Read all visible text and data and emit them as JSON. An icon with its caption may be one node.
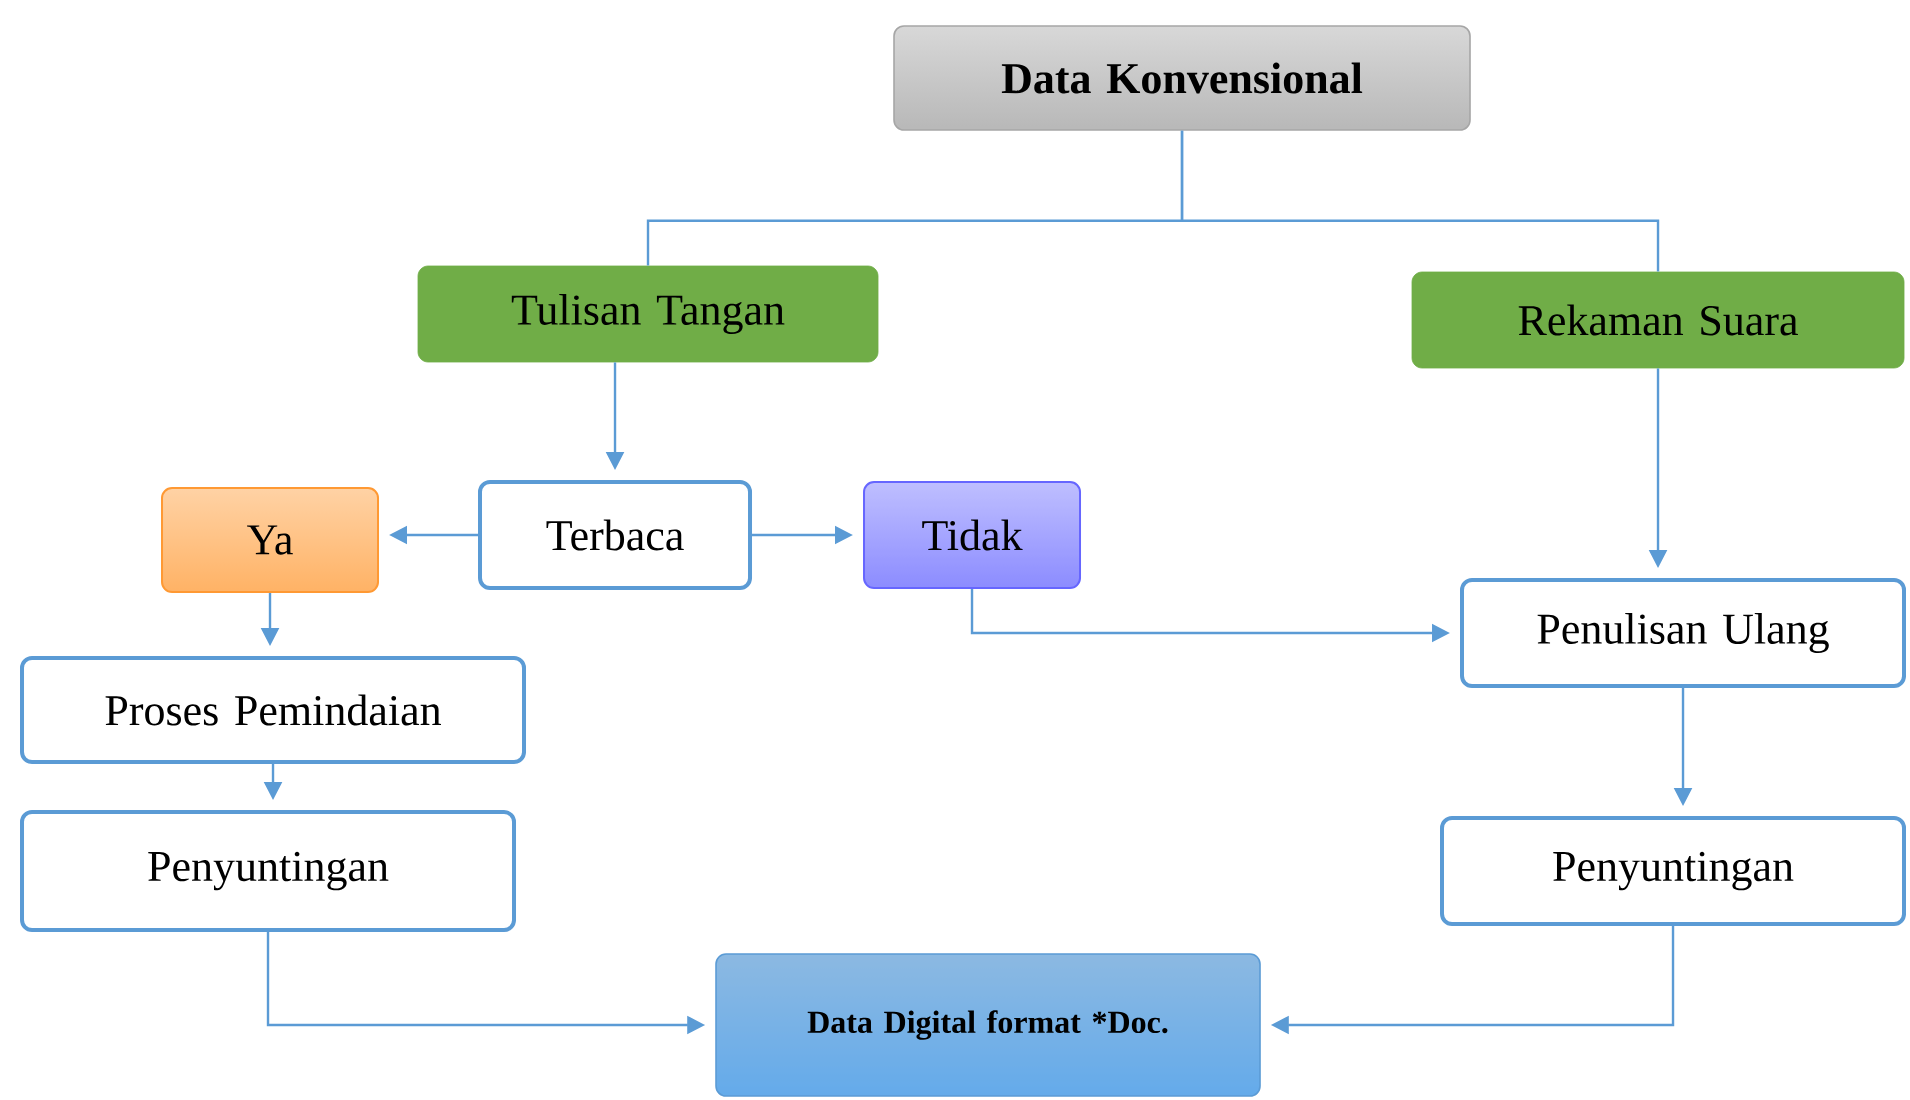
{
  "diagram": {
    "nodes": [
      {
        "text": [
          "Data Konvensional"
        ]
      },
      {
        "text": [
          "Tulisan Tangan"
        ]
      },
      {
        "text": [
          "Rekaman Suara"
        ]
      },
      {
        "text": [
          "Terbaca"
        ]
      },
      {
        "text": [
          "Ya"
        ]
      },
      {
        "text": [
          "Tidak"
        ]
      },
      {
        "text": [
          "Penulisan Ulang"
        ]
      },
      {
        "text": [
          "Proses Pemindaian"
        ]
      },
      {
        "text": [
          "Penyuntingan"
        ]
      },
      {
        "text": [
          "Penyuntingan"
        ]
      },
      {
        "text": [
          "Data Digital format *Doc."
        ]
      }
    ],
    "edges": [
      {
        "from": 0,
        "to": 1,
        "arrow": "none"
      },
      {
        "from": 0,
        "to": 2,
        "arrow": "none"
      },
      {
        "from": 1,
        "to": 3,
        "arrow": "to"
      },
      {
        "from": 3,
        "to": 4,
        "arrow": "to"
      },
      {
        "from": 3,
        "to": 5,
        "arrow": "to"
      },
      {
        "from": 2,
        "to": 6,
        "arrow": "to"
      },
      {
        "from": 5,
        "to": 6,
        "arrow": "to"
      },
      {
        "from": 4,
        "to": 7,
        "arrow": "to"
      },
      {
        "from": 7,
        "to": 8,
        "arrow": "to"
      },
      {
        "from": 6,
        "to": 9,
        "arrow": "to"
      },
      {
        "from": 8,
        "to": 10,
        "arrow": "to"
      },
      {
        "from": 9,
        "to": 10,
        "arrow": "to"
      }
    ]
  }
}
